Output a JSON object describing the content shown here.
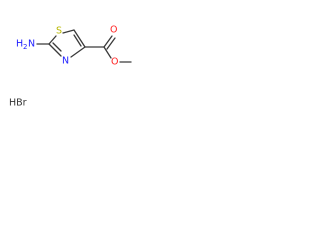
{
  "molecule": {
    "atoms": {
      "sulfur": "S",
      "ring_nitrogen": "N",
      "amine_h": "H",
      "amine_subscript": "2",
      "amine_n": "N",
      "carbonyl_oxygen": "O",
      "ester_oxygen": "O",
      "salt": "HBr"
    },
    "colors": {
      "bond": "#3a3a3a",
      "sulfur": "#b8b800",
      "nitrogen": "#2020ff",
      "oxygen": "#ff2020",
      "hbr": "#333333"
    }
  }
}
